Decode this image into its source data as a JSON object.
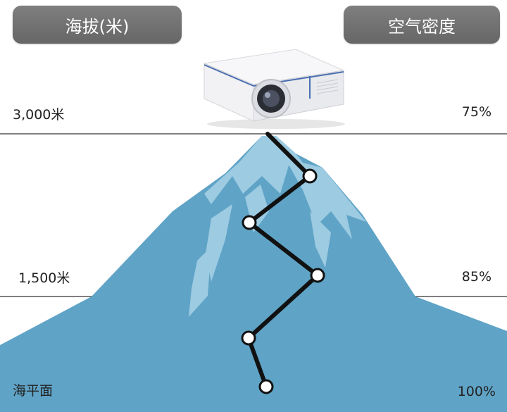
{
  "header": {
    "altitude_title": "海拔(米)",
    "density_title": "空气密度"
  },
  "altitudes": {
    "top": "3,000米",
    "middle": "1,500米",
    "sea_level": "海平面"
  },
  "densities": {
    "top": "75%",
    "middle": "85%",
    "sea_level": "100%"
  },
  "colors": {
    "header_pill": "#717171",
    "mountain": "#5fa3c6",
    "snow": "#9ccbe2",
    "path": "#111111"
  },
  "icons": {
    "projector": "projector-icon"
  }
}
